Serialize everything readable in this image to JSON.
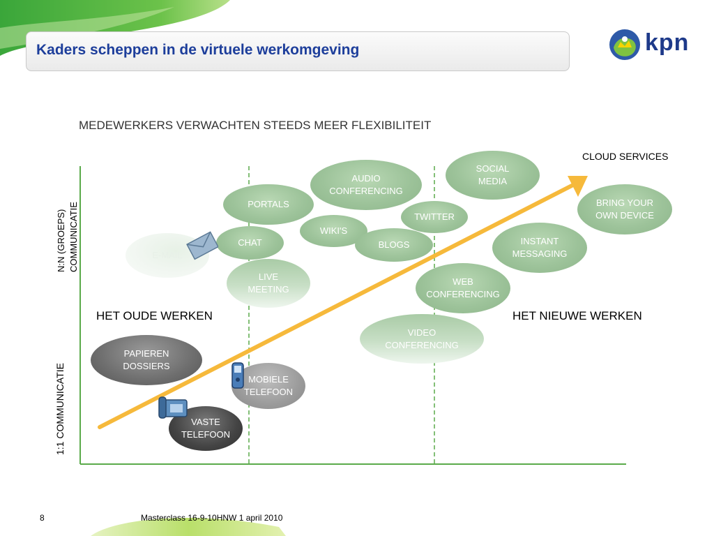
{
  "header": {
    "title": "Kaders scheppen in de virtuele werkomgeving",
    "logo_text": "kpn"
  },
  "diagram": {
    "subtitle": "MEDEWERKERS VERWACHTEN STEEDS MEER FLEXIBILITEIT",
    "cloud_label": "CLOUD SERVICES",
    "old_label": "HET OUDE WERKEN",
    "new_label": "HET NIEUWE WERKEN",
    "y_top_label_1": "N:N (GROEPS)",
    "y_top_label_2": "COMMUNICATIE",
    "y_bottom_label": "1:1 COMMUNICATIE",
    "items": {
      "audio": "AUDIO\nCONFERENCING",
      "social": "SOCIAL\nMEDIA",
      "portals": "PORTALS",
      "twitter": "TWITTER",
      "byod": "BRING YOUR\nOWN DEVICE",
      "wikis": "WIKI'S",
      "chat": "CHAT",
      "blogs": "BLOGS",
      "instant": "INSTANT\nMESSAGING",
      "email": "E-MAIL",
      "live": "LIVE\nMEETING",
      "web": "WEB\nCONFERENCING",
      "video": "VIDEO\nCONFERENCING",
      "papieren": "PAPIEREN\nDOSSIERS",
      "mobiele": "MOBIELE\nTELEFOON",
      "vaste": "VASTE\nTELEFOON"
    },
    "colors": {
      "green_bubble": "#9dc39a",
      "arrow": "#f6b93b",
      "axis": "#5aaa4a",
      "title": "#1d3e9b"
    }
  },
  "footer": {
    "page_number": "8",
    "text": "Masterclass 16-9-10HNW 1 april 2010"
  }
}
